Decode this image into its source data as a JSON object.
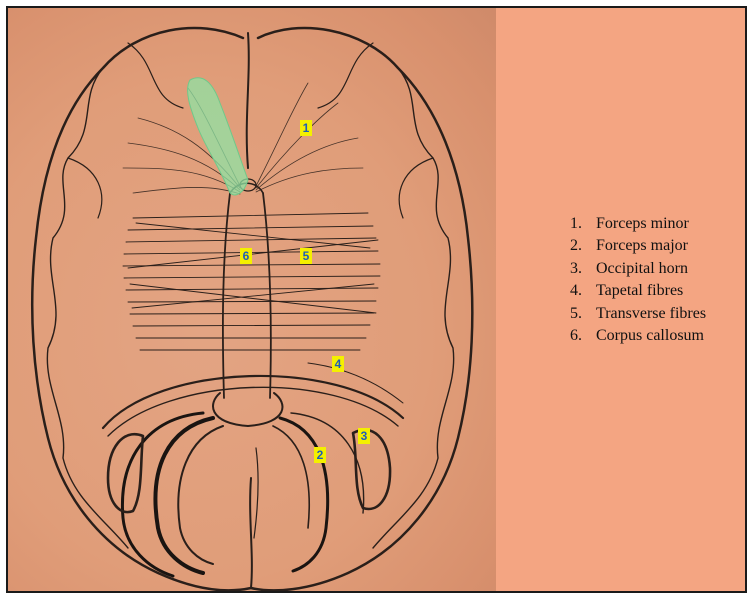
{
  "legend": [
    {
      "num": "1.",
      "label": "Forceps minor"
    },
    {
      "num": "2.",
      "label": "Forceps major"
    },
    {
      "num": "3.",
      "label": "Occipital horn"
    },
    {
      "num": "4.",
      "label": "Tapetal fibres"
    },
    {
      "num": "5.",
      "label": "Transverse fibres"
    },
    {
      "num": "6.",
      "label": "Corpus callosum"
    }
  ],
  "markers": {
    "m1": "1",
    "m2": "2",
    "m3": "3",
    "m4": "4",
    "m5": "5",
    "m6": "6"
  },
  "colors": {
    "background": "#f4a582",
    "marker_fill": "#f4f000",
    "marker_text": "#1f5fb5",
    "highlight": "#8fe3a4"
  }
}
